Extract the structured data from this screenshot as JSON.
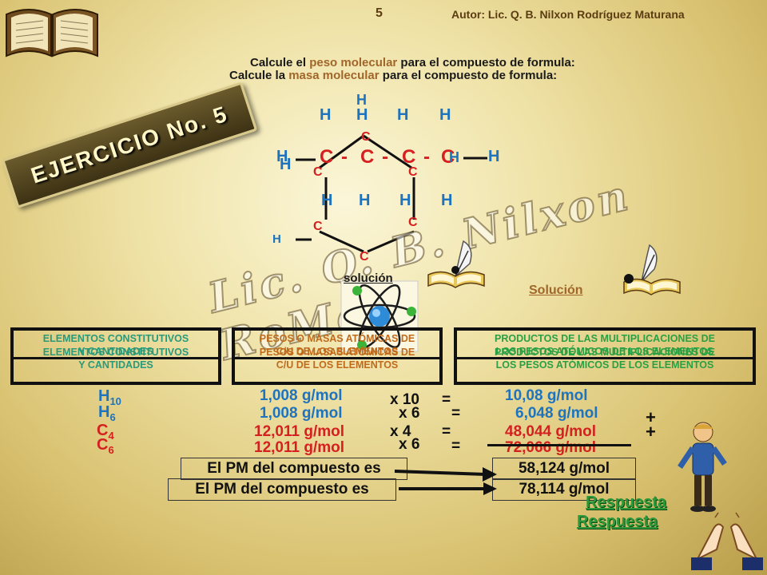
{
  "header": {
    "page_number": "5",
    "author": "Autor: Lic. Q. B.  Nilxon Rodríguez Maturana"
  },
  "ribbon": {
    "title": "EJERCICIO  No. 5"
  },
  "question": {
    "line1": {
      "prefix": "Calcule el ",
      "highlight": "peso molecular",
      "suffix": " para el compuesto de formula:"
    },
    "line2": {
      "prefix": "Calcule la ",
      "highlight": "masa  molecular",
      "suffix": " para el compuesto de formula:"
    }
  },
  "formula": {
    "h": "H",
    "c": "C",
    "dash": "-"
  },
  "watermark": "Lic. Q. B. Nilxon RoMa",
  "solution_link": "solución",
  "solution_link2": "Solución",
  "table_headers": {
    "col1": [
      "ELEMENTOS CONSTITUTIVOS",
      "ELEMENTOS CONSTITUTIVOS",
      "Y  CANTIDADES",
      "Y  CANTIDADES"
    ],
    "col2": [
      "PESOS O MASAS ATÓMICAS DE",
      "PESOS O MASAS ATÓMICAS DE",
      "C/U  DE  LOS  ELEMENTOS",
      "C/U  DE  LOS  ELEMENTOS"
    ],
    "col3": [
      "PRODUCTOS  DE  LAS  MULTIPLICACIONES   DE",
      "PRODUCTOS  DE  LAS  MULTIPLICACIONES   DE",
      "LOS  PESOS  ATÓMICOS DE  LOS  ELEMENTOS",
      "LOS  PESOS  ATÓMICOS DE  LOS  ELEMENTOS"
    ]
  },
  "rows": [
    {
      "el": "H",
      "sub": "10",
      "mass": "1,008  g/mol",
      "mult": "x  10",
      "eq": "=",
      "product": "10,08  g/mol",
      "plus": ""
    },
    {
      "el": "H",
      "sub": "6",
      "mass": "1,008  g/mol",
      "mult": "x  6",
      "eq": "=",
      "product": "6,048  g/mol",
      "plus": "+"
    },
    {
      "el": "C",
      "sub": "4",
      "mass": "12,011  g/mol",
      "mult": "x  4",
      "eq": "=",
      "product": "48,044  g/mol",
      "plus": "+"
    },
    {
      "el": "C",
      "sub": "6",
      "mass": "12,011  g/mol",
      "mult": "x  6",
      "eq": "=",
      "product": "72,066  g/mol",
      "plus": ""
    }
  ],
  "pm": {
    "label1": "El PM del compuesto es",
    "value1": "58,124  g/mol",
    "label2": "El PM del compuesto es",
    "value2": "78,114  g/mol"
  },
  "respuesta": [
    "Respuesta",
    "Respuesta"
  ]
}
